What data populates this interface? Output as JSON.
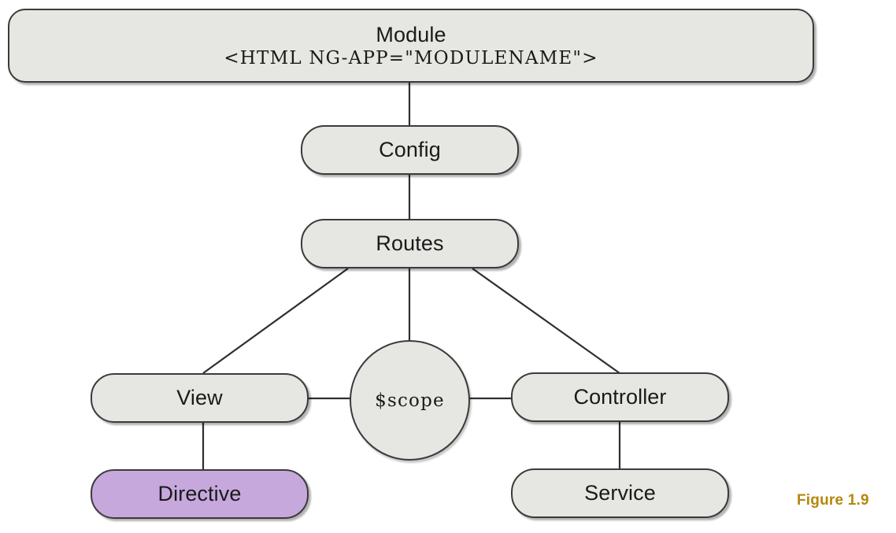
{
  "figure": {
    "caption": "Figure 1.9",
    "caption_color": "#b5870c",
    "background": "#ffffff"
  },
  "style": {
    "node_fill": "#e6e7e2",
    "node_stroke": "#3b3b3b",
    "highlight_fill": "#c6a8dd",
    "text_color": "#1a1a1a",
    "edge_color": "#2f2f2f"
  },
  "nodes": {
    "module": {
      "title": "Module",
      "subtitle": "<HTML NG-APP=\"MODULENAME\">",
      "shape": "rounded-rect",
      "highlighted": false
    },
    "config": {
      "title": "Config",
      "shape": "rounded-rect",
      "highlighted": false
    },
    "routes": {
      "title": "Routes",
      "shape": "rounded-rect",
      "highlighted": false
    },
    "view": {
      "title": "View",
      "shape": "rounded-rect",
      "highlighted": false
    },
    "scope": {
      "title": "$scope",
      "shape": "circle",
      "highlighted": false
    },
    "controller": {
      "title": "Controller",
      "shape": "rounded-rect",
      "highlighted": false
    },
    "directive": {
      "title": "Directive",
      "shape": "rounded-rect",
      "highlighted": true
    },
    "service": {
      "title": "Service",
      "shape": "rounded-rect",
      "highlighted": false
    }
  },
  "edges": [
    {
      "from": "module",
      "to": "config",
      "kind": "vertical"
    },
    {
      "from": "config",
      "to": "routes",
      "kind": "vertical"
    },
    {
      "from": "routes",
      "to": "view",
      "kind": "diagonal"
    },
    {
      "from": "routes",
      "to": "scope",
      "kind": "vertical"
    },
    {
      "from": "routes",
      "to": "controller",
      "kind": "diagonal"
    },
    {
      "from": "view",
      "to": "scope",
      "kind": "horizontal"
    },
    {
      "from": "scope",
      "to": "controller",
      "kind": "horizontal"
    },
    {
      "from": "view",
      "to": "directive",
      "kind": "vertical"
    },
    {
      "from": "controller",
      "to": "service",
      "kind": "vertical"
    }
  ]
}
